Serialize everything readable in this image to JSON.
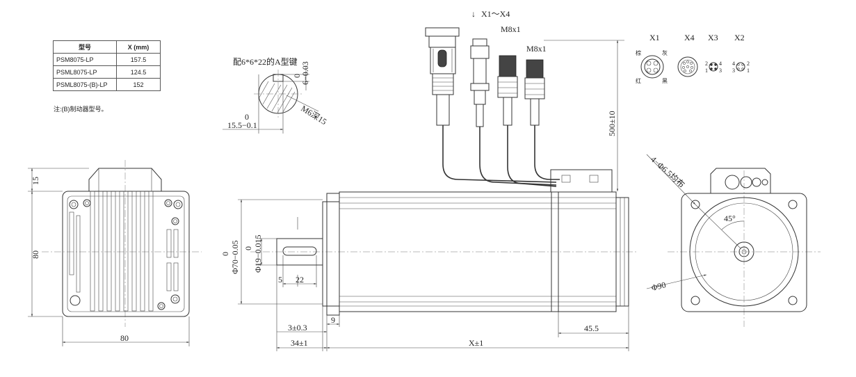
{
  "table": {
    "headers": [
      "型号",
      "X (mm)"
    ],
    "rows": [
      {
        "model": "PSM8075-LP",
        "x": "157.5"
      },
      {
        "model": "PSML8075-LP",
        "x": "124.5"
      },
      {
        "model": "PSML8075-(B)-LP",
        "x": "152"
      }
    ]
  },
  "note": "注:(B)制动器型号。",
  "keyway": {
    "title": "配6*6*22的A型键",
    "width_tol_zero": "0",
    "width_dim": "6−0.03",
    "depth_zero": "0",
    "depth_dim": "15.5−0.1",
    "thread": "M6深15"
  },
  "connectors": {
    "range_label": "X1～X4",
    "m8_label_1": "M8x1",
    "m8_label_2": "M8x1",
    "cable_length": "500±10",
    "pins": {
      "x1": "X1",
      "x4": "X4",
      "x3": "X3",
      "x2": "X2",
      "x1_brown": "棕",
      "x1_gray": "灰",
      "x1_red": "红",
      "x1_black": "黑",
      "x3_p2": "2",
      "x3_p4": "4",
      "x3_p1": "1",
      "x3_p3": "3",
      "x2_p4": "4",
      "x2_p2": "2",
      "x2_p3": "3",
      "x2_p1": "1"
    }
  },
  "rear_view": {
    "top_dim": "15",
    "height_dim": "80",
    "width_dim": "80"
  },
  "side_view": {
    "flange_zero": "0",
    "flange_dim": "Φ70−0.05",
    "shaft_zero": "0",
    "shaft_dim": "Φ19−0.015",
    "key_offset": "5",
    "key_length": "22",
    "flange_thick": "3±0.3",
    "shaft_length": "34±1",
    "pilot": "9",
    "total_length": "X±1",
    "connector_offset": "45.5"
  },
  "front_view": {
    "holes": "4−Φ6.5均布",
    "angle": "45°",
    "pcd": "Φ90"
  }
}
